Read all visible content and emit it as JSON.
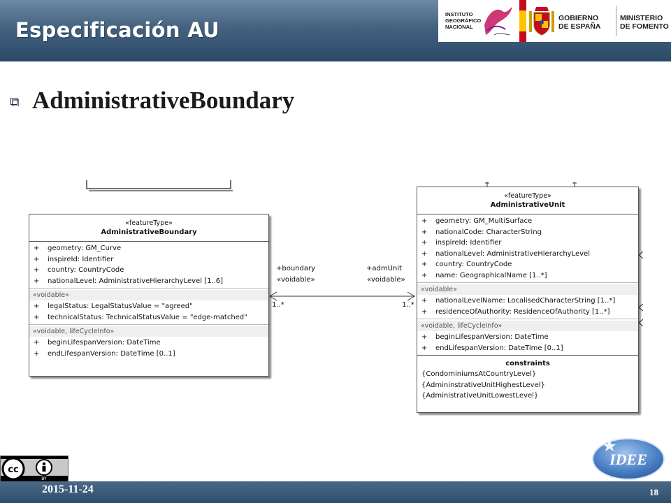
{
  "header": {
    "title": "Especificación AU",
    "ign_logo_text": "INSTITUTO\nGEOGRÁFICO\nNACIONAL",
    "gov_logo_text": [
      "GOBIERNO",
      "DE ESPAÑA"
    ],
    "ministry_logo_text": [
      "MINISTERIO",
      "DE FOMENTO"
    ]
  },
  "slide": {
    "heading": "AdministrativeBoundary"
  },
  "chart_data": [
    {
      "type": "uml_class_diagram",
      "classes": [
        {
          "id": "administrative-boundary",
          "stereotype": "«featureType»",
          "name": "AdministrativeBoundary",
          "sections": [
            {
              "label": "",
              "attributes": [
                "geometry:  GM_Curve",
                "inspireId:  Identifier",
                "country:  CountryCode",
                "nationalLevel:  AdministrativeHierarchyLevel [1..6]"
              ]
            },
            {
              "label": "«voidable»",
              "attributes": [
                "legalStatus:  LegalStatusValue = \"agreed\"",
                "technicalStatus:  TechnicalStatusValue = \"edge-matched\""
              ]
            },
            {
              "label": "«voidable, lifeCycleInfo»",
              "attributes": [
                "beginLifespanVersion:  DateTime",
                "endLifespanVersion:  DateTime [0..1]"
              ]
            }
          ]
        },
        {
          "id": "administrative-unit",
          "stereotype": "«featureType»",
          "name": "AdministrativeUnit",
          "sections": [
            {
              "label": "",
              "attributes": [
                "geometry:  GM_MultiSurface",
                "nationalCode:  CharacterString",
                "inspireId:  Identifier",
                "nationalLevel:  AdministrativeHierarchyLevel",
                "country:  CountryCode",
                "name:  GeographicalName [1..*]"
              ]
            },
            {
              "label": "«voidable»",
              "attributes": [
                "nationalLevelName:  LocalisedCharacterString [1..*]",
                "residenceOfAuthority:  ResidenceOfAuthority [1..*]"
              ]
            },
            {
              "label": "«voidable, lifeCycleInfo»",
              "attributes": [
                "beginLifespanVersion:  DateTime",
                "endLifespanVersion:  DateTime [0..1]"
              ]
            }
          ],
          "constraints_title": "constraints",
          "constraints": [
            "{CondominiumsAtCountryLevel}",
            "{AdmininstrativeUnitHighestLevel}",
            "{AdministrativeUnitLowestLevel}"
          ]
        }
      ],
      "associations": [
        {
          "from": "administrative-boundary",
          "to": "administrative-unit",
          "role_near_boundary": "+boundary",
          "stereotype_near_boundary": "«voidable»",
          "multiplicity_near_boundary": "1..*",
          "role_near_unit": "+admUnit",
          "stereotype_near_unit": "«voidable»",
          "multiplicity_near_unit": "1..*"
        }
      ]
    }
  ],
  "footer": {
    "date": "2015-11-24",
    "page": "18",
    "license_badge": "BY",
    "idee_logo": "IDEE"
  }
}
